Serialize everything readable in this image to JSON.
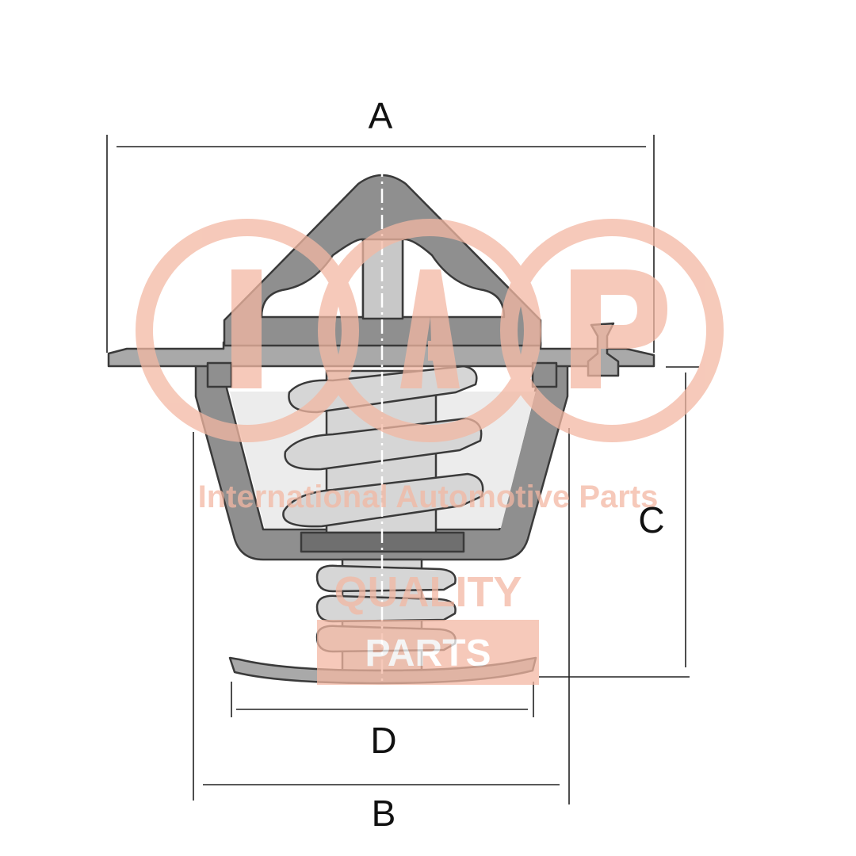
{
  "dimensions": {
    "a": "A",
    "b": "B",
    "c": "C",
    "d": "D"
  },
  "watermark": {
    "tagline": "International Automotive Parts",
    "badge_line1": "QUALITY",
    "badge_line2": "PARTS",
    "registered": "®",
    "color": "#f3b8a3"
  },
  "colors": {
    "outline": "#3a3a3a",
    "body_fill": "#8f8f8f",
    "light_fill": "#d6d6d6",
    "dimension_line": "#222222"
  }
}
